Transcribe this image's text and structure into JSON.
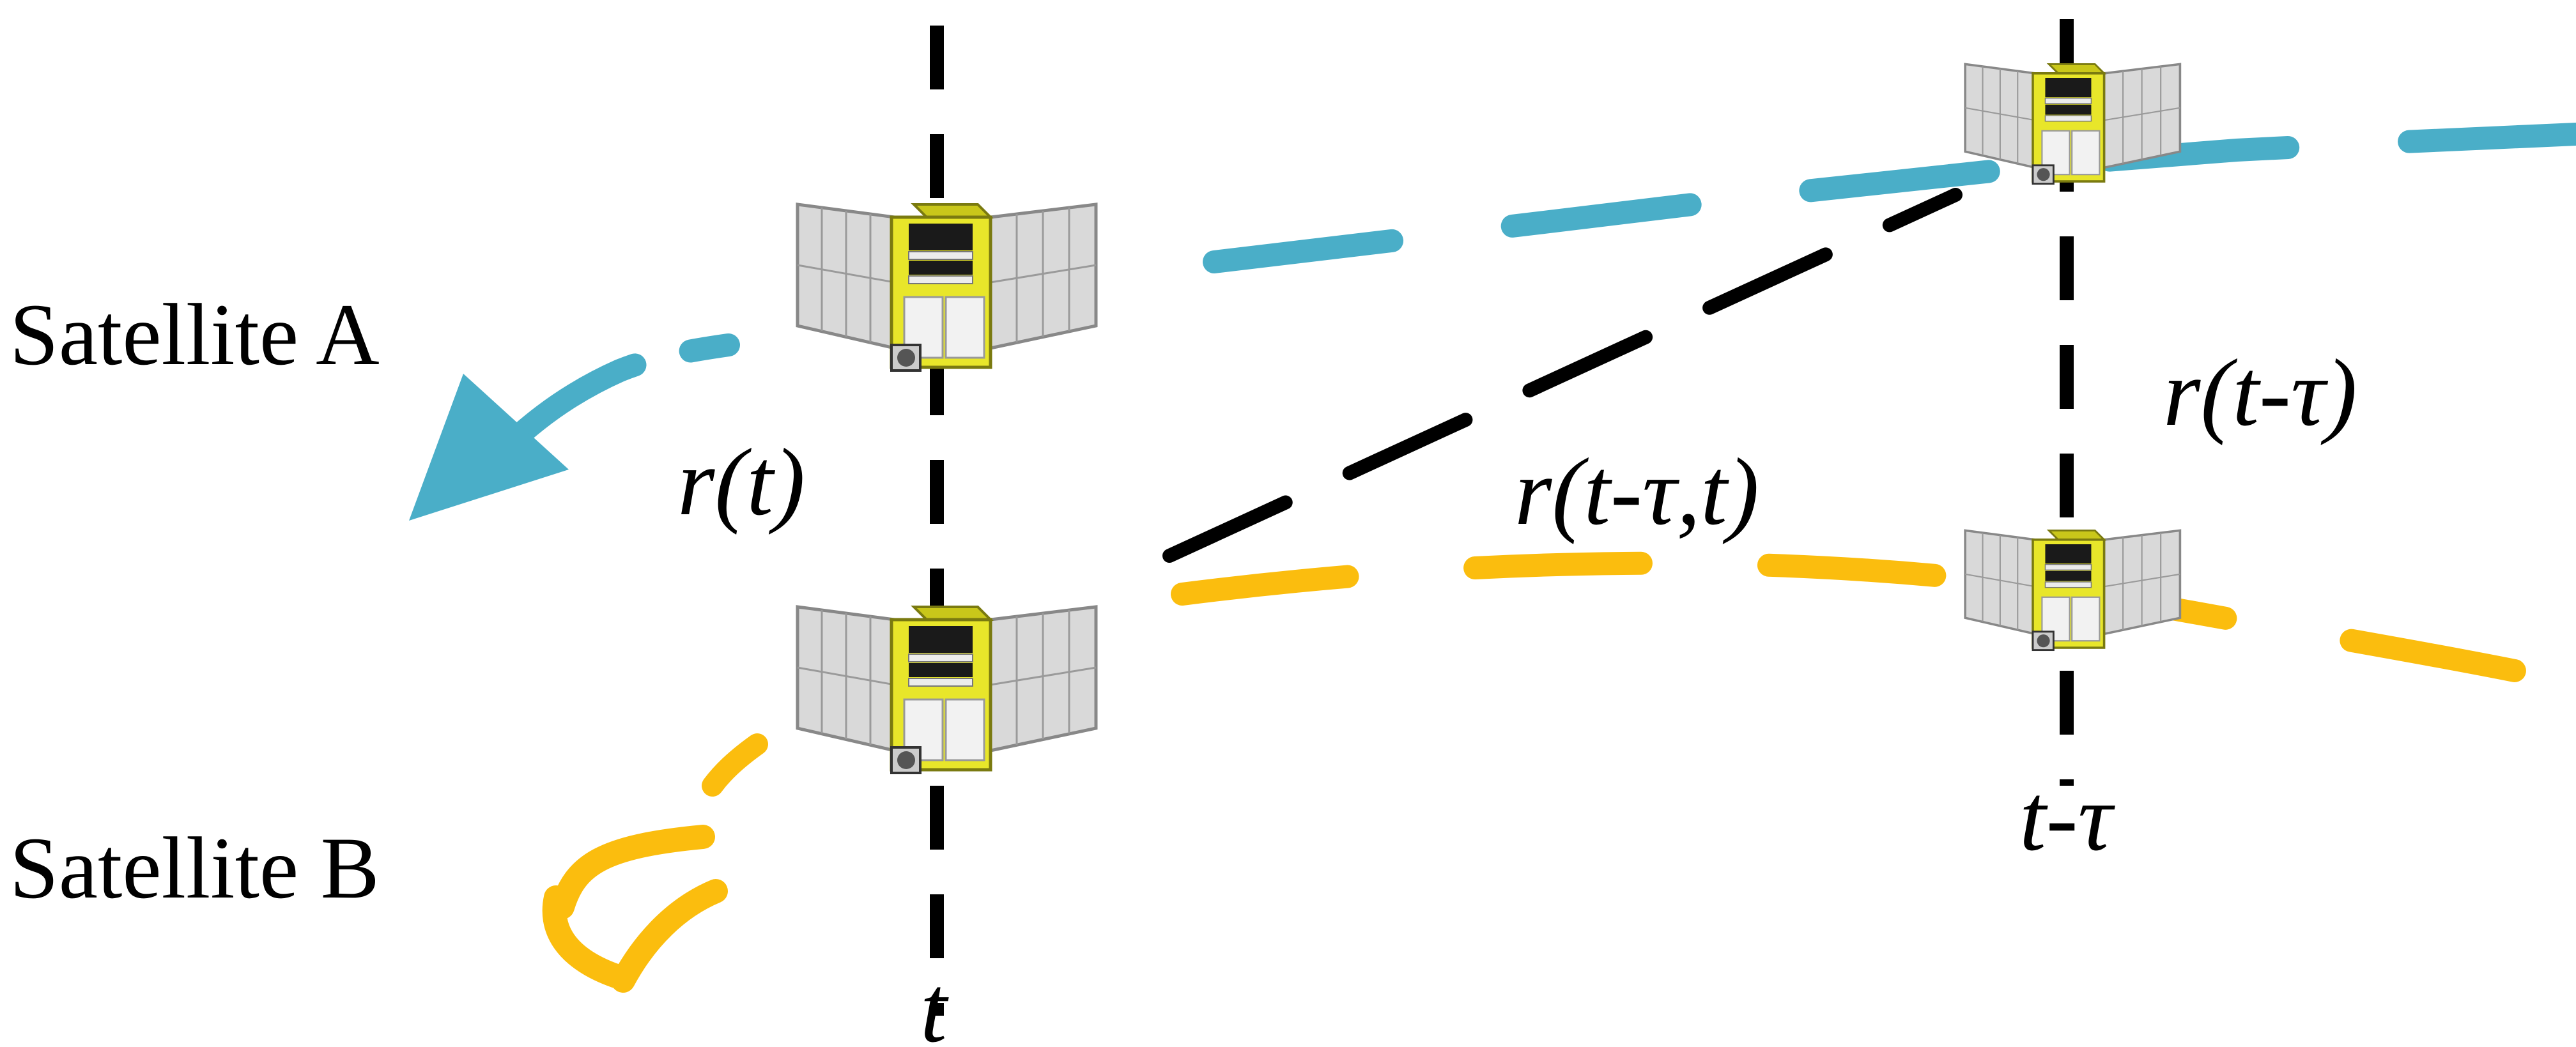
{
  "labels": {
    "satellite_a": "Satellite A",
    "satellite_b": "Satellite B",
    "r_t": "r(t)",
    "r_t_tau": "r(t-τ)",
    "r_link": "r(t-τ,t)",
    "time_t": "t",
    "time_t_tau": "t-τ"
  },
  "colors": {
    "orbit_a": "#4aaec8",
    "orbit_b": "#fbbd0e",
    "timeline": "#000000",
    "solar_panel": "#d9d9d9",
    "satellite_body": "#e8e62a"
  },
  "icons": [
    "satellite-icon",
    "arrow-icon"
  ]
}
